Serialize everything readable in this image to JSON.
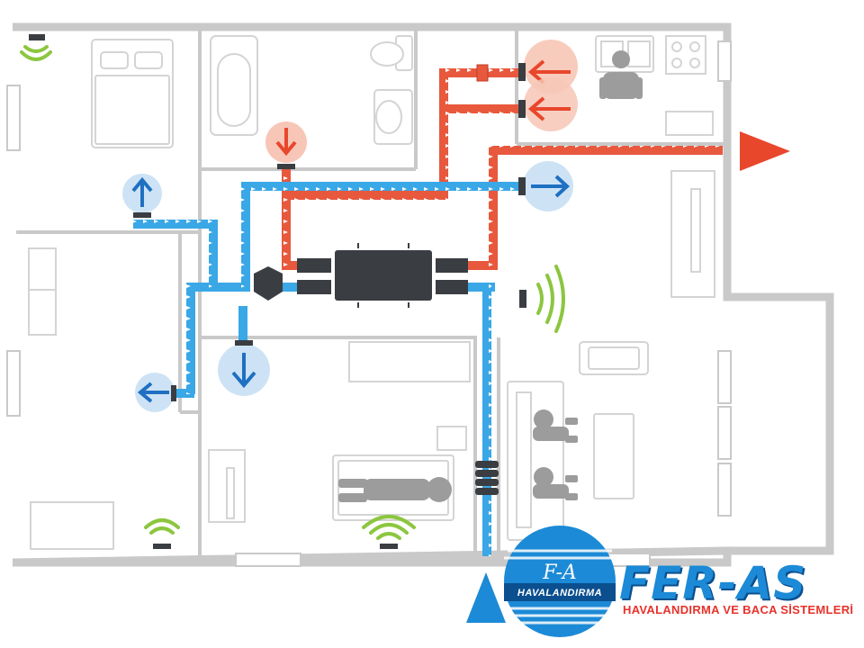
{
  "diagram": {
    "subject": "home heat-recovery ventilation floor plan",
    "colors": {
      "wall": "#c9c9c9",
      "fresh_air_duct": "#3aa7e6",
      "exhaust_air_duct": "#e8583d",
      "unit": "#3a3d42",
      "fresh_arrow": "#1f6fc2",
      "fresh_circle": "#cde3f5",
      "exhaust_arrow": "#e8472c",
      "exhaust_circle": "#f7c6b6",
      "silent_waves": "#8cc63f",
      "furniture": "#d9d9d9",
      "person": "#9c9c9c"
    },
    "icons": [
      "heat-recovery-unit-icon",
      "distribution-box-icon",
      "silencer-icon",
      "outlet-arrow-icon",
      "exhaust-arrow-icon",
      "sound-waves-icon",
      "bed-icon",
      "bathtub-icon",
      "toilet-icon",
      "sink-icon",
      "stove-icon",
      "sofa-icon",
      "person-icon"
    ]
  },
  "brand": {
    "name": "FER-AS",
    "tagline": "HAVALANDIRMA VE BACA SİSTEMLERİ",
    "logo_signature": "F-A",
    "logo_text": "HAVALANDIRMA",
    "colors": {
      "blue": "#1c8ad6",
      "dark_blue": "#0b4f8f",
      "red": "#e8312a"
    }
  }
}
